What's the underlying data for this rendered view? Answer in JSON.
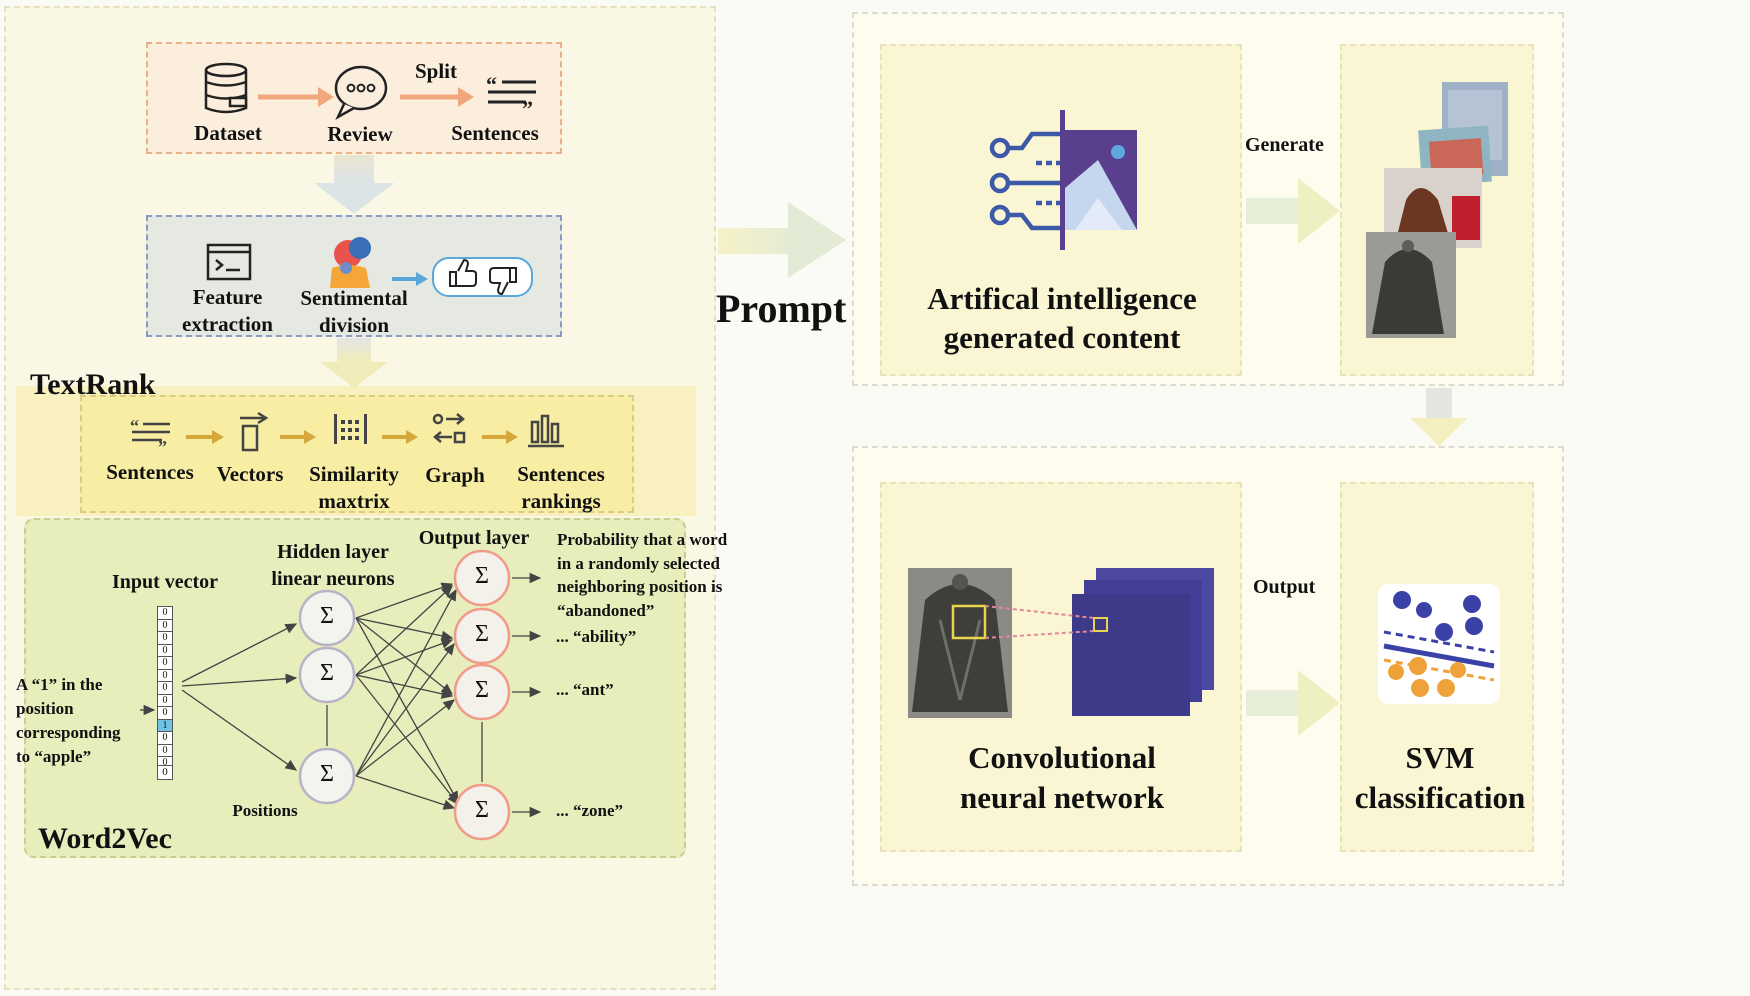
{
  "pipeline": {
    "top": {
      "dataset": "Dataset",
      "review": "Review",
      "split": "Split",
      "sentences": "Sentences"
    },
    "feature": {
      "feature_line1": "Feature",
      "feature_line2": "extraction",
      "sentimental_line1": "Sentimental",
      "sentimental_line2": "division"
    },
    "textrank": {
      "title": "TextRank",
      "steps": [
        {
          "line1": "Sentences",
          "line2": ""
        },
        {
          "line1": "Vectors",
          "line2": ""
        },
        {
          "line1": "Similarity",
          "line2": "maxtrix"
        },
        {
          "line1": "Graph",
          "line2": ""
        },
        {
          "line1": "Sentences",
          "line2": "rankings"
        }
      ]
    },
    "word2vec": {
      "title": "Word2Vec",
      "input_vector": "Input vector",
      "hidden_line1": "Hidden layer",
      "hidden_line2": "linear neurons",
      "output_layer": "Output layer",
      "positions": "Positions",
      "sigma": "Σ",
      "vector_cells": [
        "0",
        "0",
        "0",
        "0",
        "0",
        "0",
        "0",
        "0",
        "0",
        "1",
        "0",
        "0",
        "0"
      ],
      "vector_last": "0",
      "annotation": [
        "A “1” in the",
        "position",
        "corresponding",
        "to “apple”"
      ],
      "prob_text": [
        "Probability that a word",
        "in a randomly selected",
        "neighboring position is",
        "“abandoned”"
      ],
      "outputs": [
        "... “ability”",
        "... “ant”",
        "... “zone”"
      ]
    }
  },
  "prompt_label": "Prompt",
  "aigc": {
    "line1": "Artifical intelligence",
    "line2": "generated content",
    "generate": "Generate"
  },
  "cnn": {
    "line1": "Convolutional",
    "line2": "neural network",
    "output": "Output"
  },
  "svm": {
    "line1": "SVM",
    "line2": "classification"
  },
  "colors": {
    "icon_purple": "#5a3f8f",
    "icon_blue": "#3d5aa8",
    "cnn_purple": "#3e3a8a",
    "arrow_orange": "#f0a77b",
    "arrow_gold": "#d6a83c",
    "svm_blue": "#3a42a8",
    "svm_orange": "#f0a23a"
  }
}
